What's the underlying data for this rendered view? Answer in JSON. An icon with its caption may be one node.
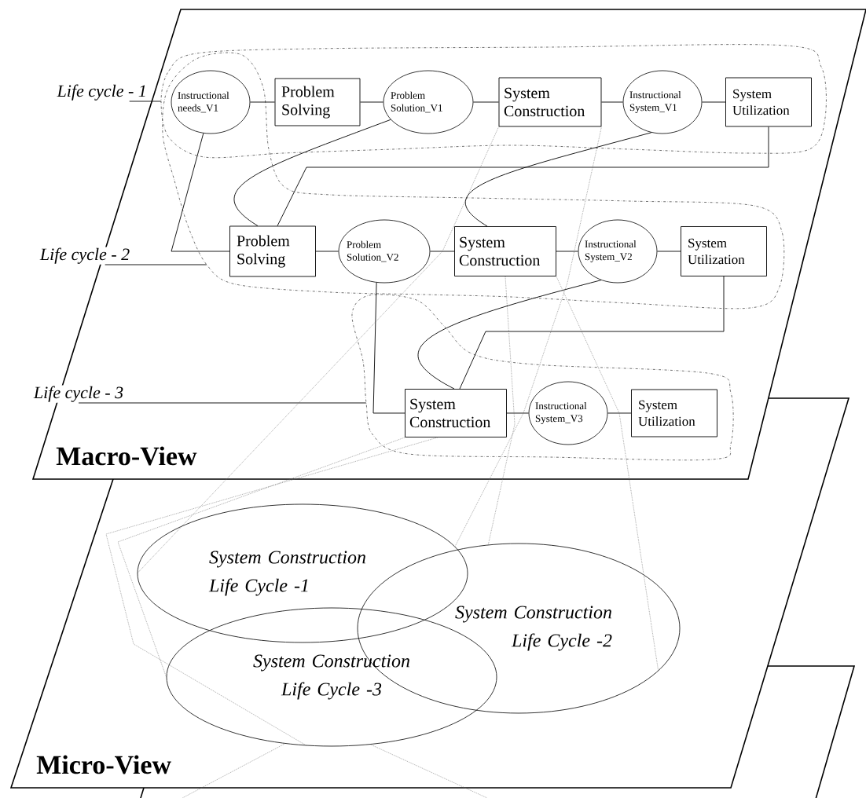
{
  "diagram": {
    "nodes": [
      {
        "text": [],
        "shape": "cloud"
      },
      {
        "text": [],
        "shape": "cloud"
      },
      {
        "text": [],
        "shape": "cloud"
      },
      {
        "text": [
          "Life cycle - 1"
        ]
      },
      {
        "text": [
          "Instructional needs_V1"
        ],
        "in": 0
      },
      {
        "text": [
          "Problem Solving"
        ],
        "in": 0
      },
      {
        "text": [
          "Problem Solution_V1"
        ],
        "in": 0
      },
      {
        "text": [
          "System Construction"
        ],
        "in": 0
      },
      {
        "text": [
          "Instructional System_V1"
        ],
        "in": 0
      },
      {
        "text": [
          "System Utilization"
        ],
        "in": 0
      },
      {
        "text": [
          "Life cycle - 2"
        ]
      },
      {
        "text": [
          "Problem Solving"
        ],
        "in": 1
      },
      {
        "text": [
          "Problem Solution_V2"
        ],
        "in": 1
      },
      {
        "text": [
          "System Construction"
        ],
        "in": 1
      },
      {
        "text": [
          "Instructional System_V2"
        ],
        "in": 1
      },
      {
        "text": [
          "System Utilization"
        ],
        "in": 1
      },
      {
        "text": [
          "Life cycle - 3"
        ]
      },
      {
        "text": [
          "System Construction"
        ],
        "in": 2
      },
      {
        "text": [
          "Instructional System_V3"
        ],
        "in": 2
      },
      {
        "text": [
          "System Utilization"
        ],
        "in": 2
      },
      {
        "text": [
          "System Construction Life Cycle -1"
        ]
      },
      {
        "text": [
          "System Construction Life Cycle -2"
        ]
      },
      {
        "text": [
          "System Construction Life Cycle -3"
        ]
      }
    ],
    "edges": [
      {
        "from": 3,
        "to": 0,
        "arrow": "none"
      },
      {
        "from": 10,
        "to": 1,
        "arrow": "none"
      },
      {
        "from": 16,
        "to": 2,
        "arrow": "none"
      },
      {
        "from": 4,
        "to": 5,
        "arrow": "none"
      },
      {
        "from": 5,
        "to": 6,
        "arrow": "none"
      },
      {
        "from": 6,
        "to": 7,
        "arrow": "none"
      },
      {
        "from": 7,
        "to": 8,
        "arrow": "none"
      },
      {
        "from": 8,
        "to": 9,
        "arrow": "none"
      },
      {
        "from": 11,
        "to": 12,
        "arrow": "none"
      },
      {
        "from": 12,
        "to": 13,
        "arrow": "none"
      },
      {
        "from": 13,
        "to": 14,
        "arrow": "none"
      },
      {
        "from": 14,
        "to": 15,
        "arrow": "none"
      },
      {
        "from": 17,
        "to": 18,
        "arrow": "none"
      },
      {
        "from": 18,
        "to": 19,
        "arrow": "none"
      },
      {
        "from": 4,
        "to": 11,
        "arrow": "none"
      },
      {
        "from": 6,
        "to": 11,
        "arrow": "none"
      },
      {
        "from": 9,
        "to": 11,
        "arrow": "none"
      },
      {
        "from": 8,
        "to": 13,
        "arrow": "none"
      },
      {
        "from": 12,
        "to": 17,
        "arrow": "none"
      },
      {
        "from": 14,
        "to": 17,
        "arrow": "none"
      },
      {
        "from": 15,
        "to": 17,
        "arrow": "none"
      },
      {
        "from": 7,
        "to": 20,
        "arrow": "none",
        "style": "dashed",
        "color": "#666666"
      },
      {
        "from": 7,
        "to": 20,
        "arrow": "none",
        "style": "dashed",
        "color": "#666666"
      },
      {
        "from": 13,
        "to": 21,
        "arrow": "none",
        "style": "dashed",
        "color": "#666666"
      },
      {
        "from": 13,
        "to": 21,
        "arrow": "none",
        "style": "dashed",
        "color": "#666666"
      },
      {
        "from": 17,
        "to": 22,
        "arrow": "none",
        "style": "dashed",
        "color": "#666666"
      },
      {
        "from": 17,
        "to": 22,
        "arrow": "none",
        "style": "dashed",
        "color": "#666666"
      },
      {
        "from": 22,
        "to": null,
        "arrow": "none",
        "style": "dashed",
        "color": "#666666"
      },
      {
        "from": 22,
        "to": null,
        "arrow": "none",
        "style": "dashed",
        "color": "#666666"
      }
    ],
    "labels": [
      "Macro-View",
      "Micro-View"
    ]
  }
}
